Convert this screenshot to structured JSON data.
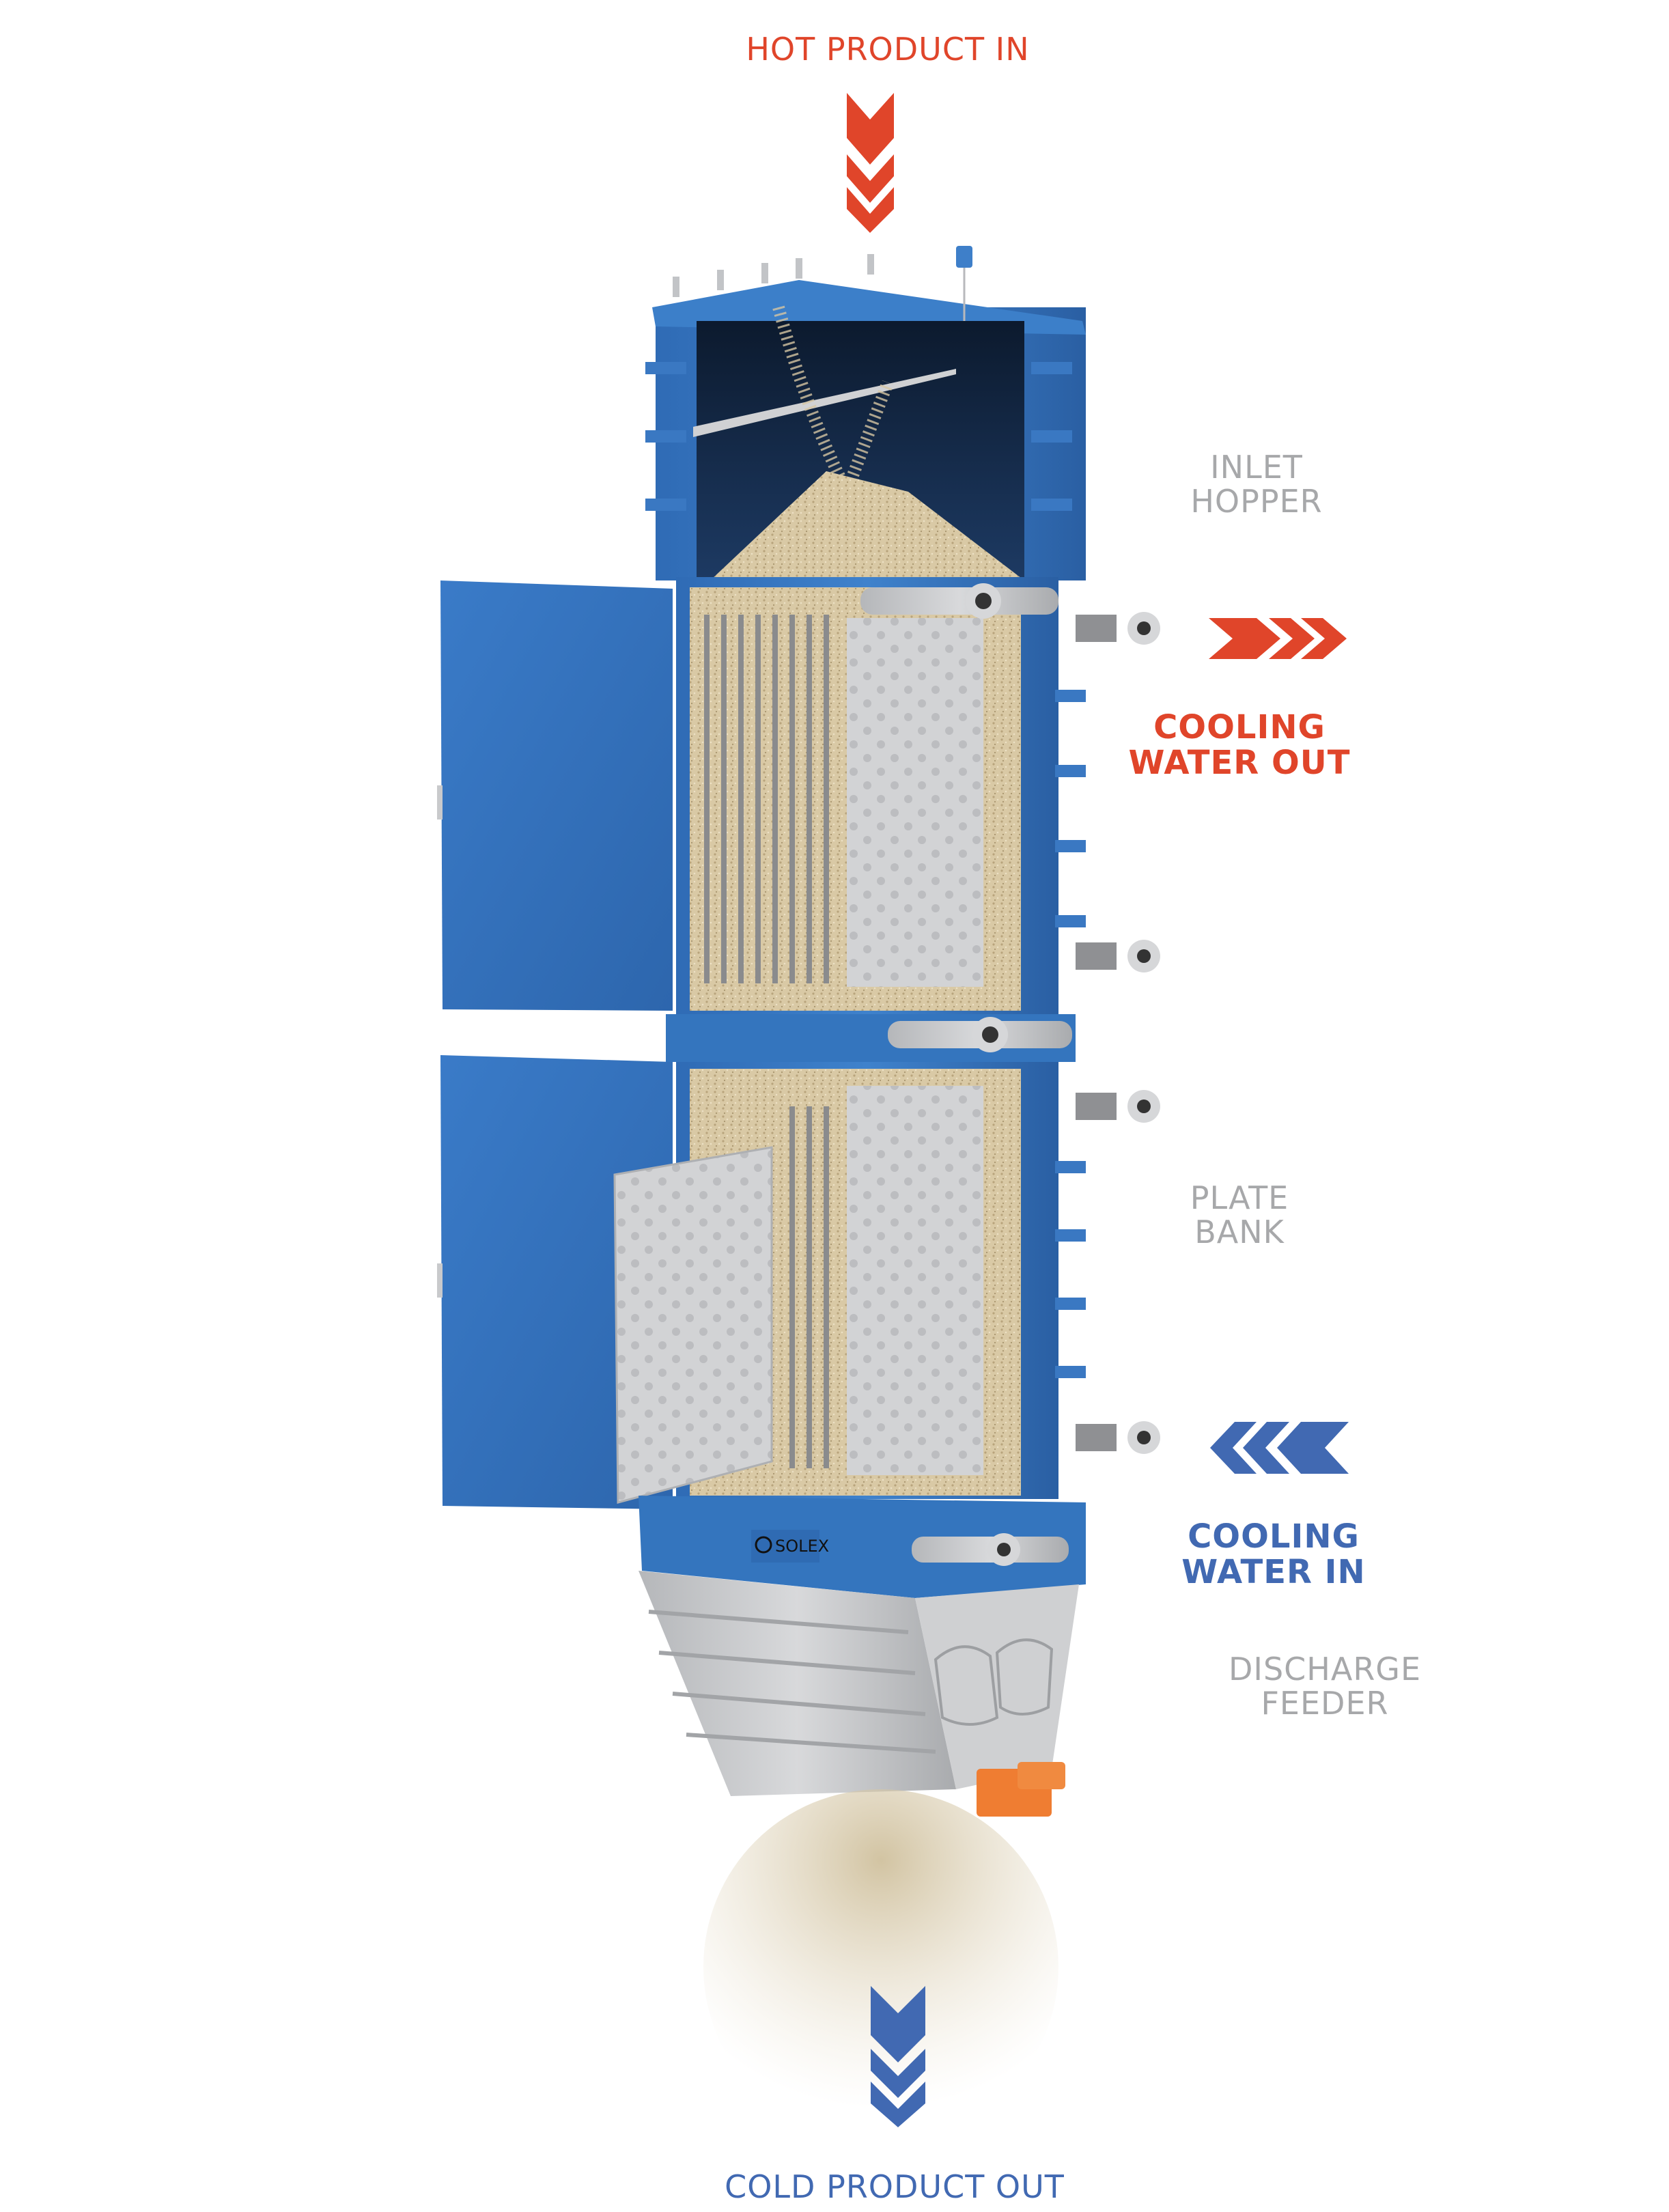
{
  "labels": {
    "hot_product_in": "HOT PRODUCT IN",
    "inlet_hopper": [
      "INLET",
      "HOPPER"
    ],
    "cooling_water_out": [
      "COOLING",
      "WATER OUT"
    ],
    "plate_bank": [
      "PLATE",
      "BANK"
    ],
    "cooling_water_in": [
      "COOLING",
      "WATER IN"
    ],
    "discharge_feeder": [
      "DISCHARGE",
      "FEEDER"
    ],
    "cold_product_out": "COLD PRODUCT OUT"
  },
  "logo": {
    "brand": "SOLEX"
  },
  "arrows": {
    "hot_in": {
      "direction": "down",
      "color": "#e0452a"
    },
    "water_out": {
      "direction": "right",
      "color": "#e0452a"
    },
    "water_in": {
      "direction": "left",
      "color": "#4169b2"
    },
    "cold_out": {
      "direction": "down",
      "color": "#4169b2"
    }
  },
  "colors": {
    "hot": "#e0452a",
    "cold": "#4169b2",
    "label_gray": "#a7a8aa",
    "frame_blue": "#3a78c2",
    "steel": "#c9cacc",
    "product": "#d6c6a2",
    "actuator": "#ef7d32"
  }
}
